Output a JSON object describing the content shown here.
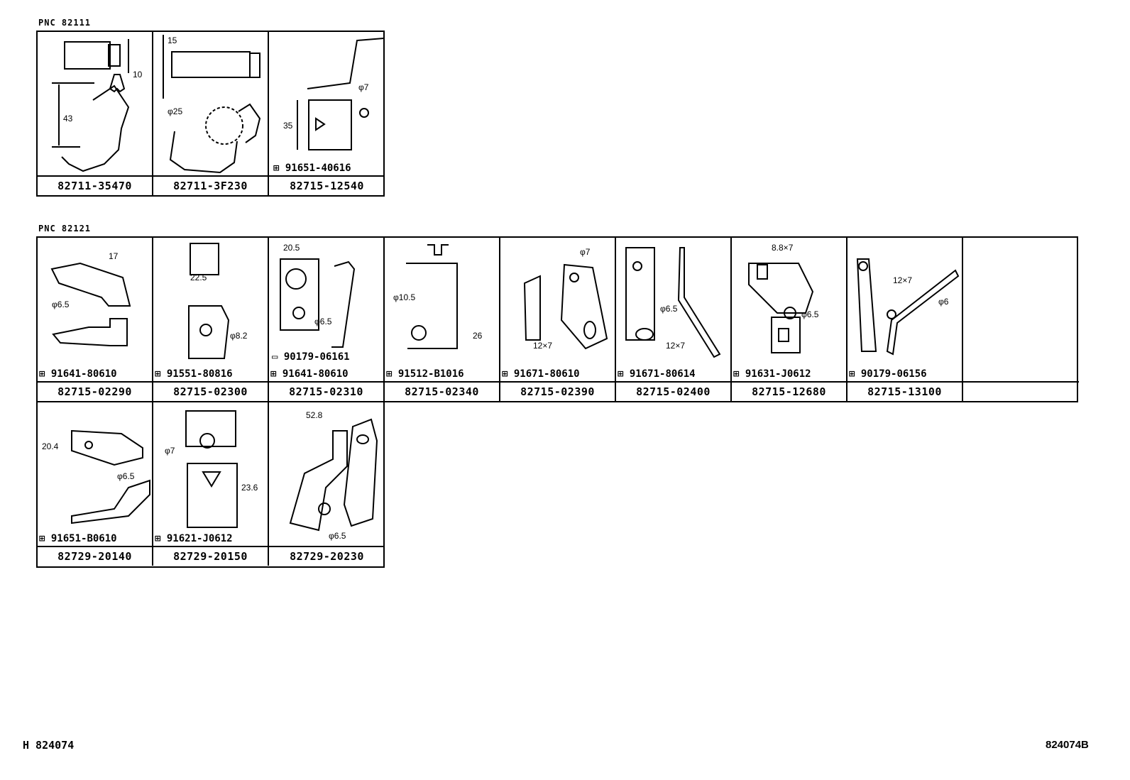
{
  "sections": [
    {
      "pnc": "PNC  82111",
      "cells": [
        {
          "part": "82711-35470",
          "sub": "",
          "dims": [
            "10",
            "43"
          ]
        },
        {
          "part": "82711-3F230",
          "sub": "",
          "dims": [
            "15",
            "φ25"
          ]
        },
        {
          "part": "82715-12540",
          "sub": "91651-40616",
          "dims": [
            "φ7",
            "35"
          ]
        }
      ]
    },
    {
      "pnc": "PNC  82121",
      "cells": [
        {
          "part": "82715-02290",
          "sub": "91641-80610",
          "dims": [
            "17",
            "φ6.5"
          ]
        },
        {
          "part": "82715-02300",
          "sub": "91551-80816",
          "dims": [
            "22.5",
            "φ8.2"
          ]
        },
        {
          "part": "82715-02310",
          "sub": "91641-80610",
          "sub2": "90179-06161",
          "dims": [
            "20.5",
            "φ6.5"
          ]
        },
        {
          "part": "82715-02340",
          "sub": "91512-B1016",
          "dims": [
            "φ10.5",
            "26"
          ]
        },
        {
          "part": "82715-02390",
          "sub": "91671-80610",
          "dims": [
            "φ7",
            "12×7"
          ]
        },
        {
          "part": "82715-02400",
          "sub": "91671-80614",
          "dims": [
            "φ6.5",
            "12×7"
          ]
        },
        {
          "part": "82715-12680",
          "sub": "91631-J0612",
          "dims": [
            "8.8×7",
            "φ6.5"
          ]
        },
        {
          "part": "82715-13100",
          "sub": "90179-06156",
          "dims": [
            "12×7",
            "φ6"
          ]
        },
        {
          "part": "",
          "sub": "",
          "dims": []
        },
        {
          "part": "82729-20140",
          "sub": "91651-B0610",
          "dims": [
            "20.4",
            "φ6.5"
          ]
        },
        {
          "part": "82729-20150",
          "sub": "91621-J0612",
          "dims": [
            "φ7",
            "23.6"
          ]
        },
        {
          "part": "82729-20230",
          "sub": "",
          "dims": [
            "52.8",
            "φ6.5"
          ]
        }
      ]
    }
  ],
  "footer": {
    "left": "H  824074",
    "right": "824074B"
  }
}
